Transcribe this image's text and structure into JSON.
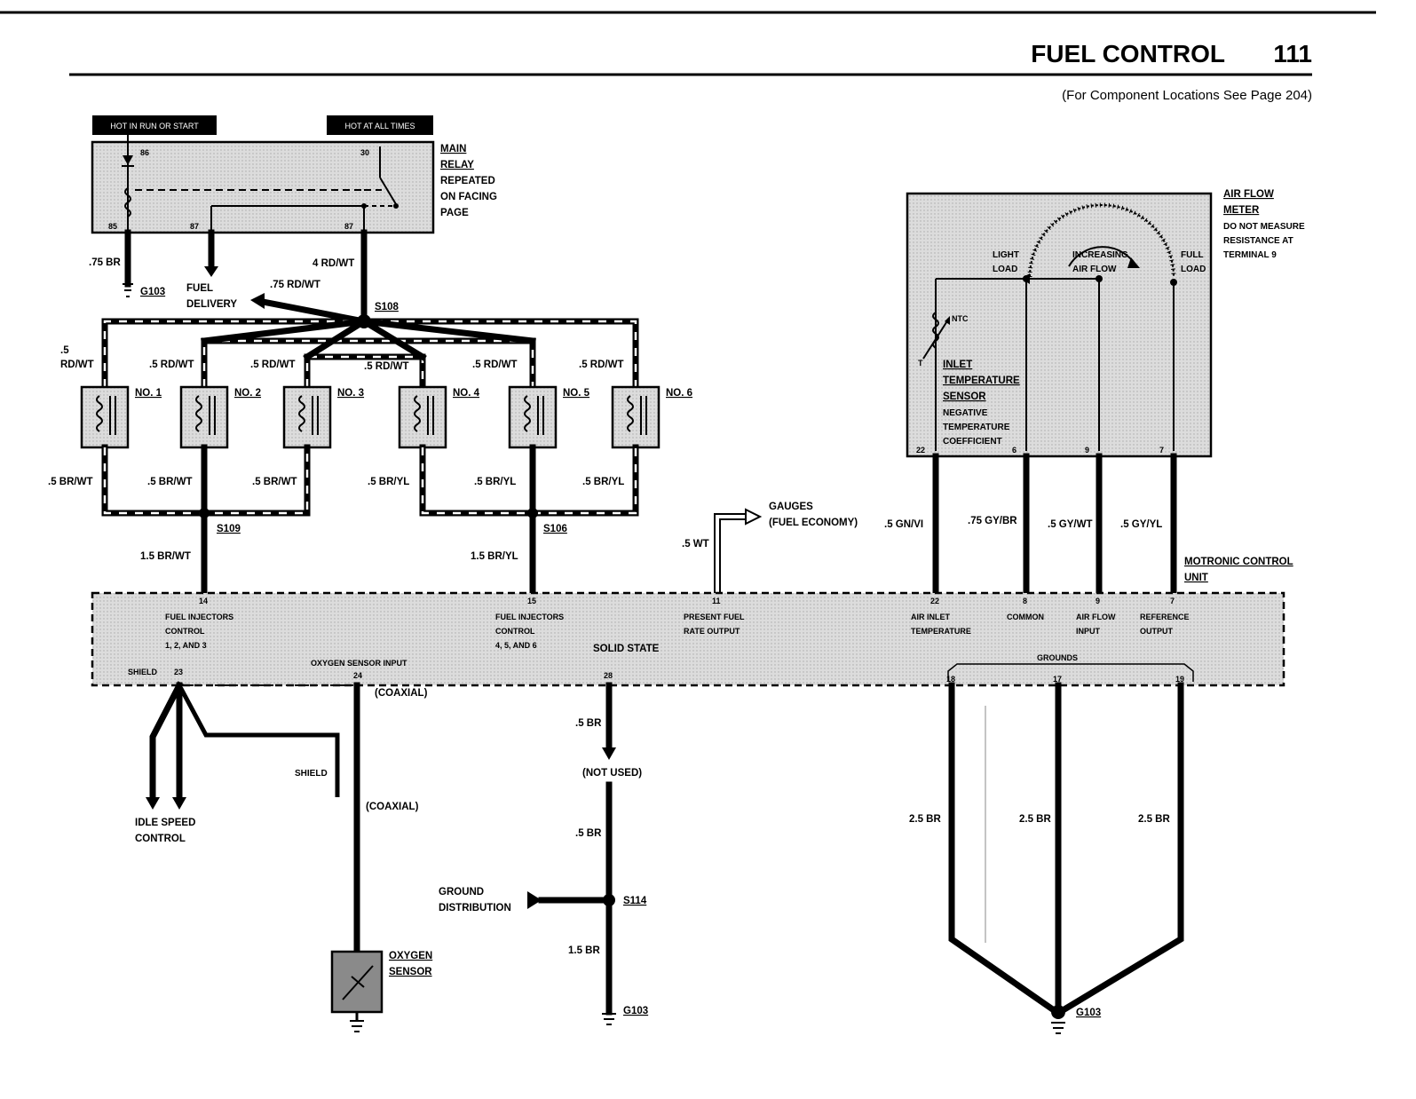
{
  "header": {
    "title": "FUEL CONTROL",
    "page": "111",
    "subtitle": "(For Component Locations See Page 204)"
  },
  "power": {
    "run_start": "HOT IN RUN OR START",
    "always": "HOT AT ALL TIMES"
  },
  "main_relay": {
    "title": [
      "MAIN",
      "RELAY"
    ],
    "note": [
      "REPEATED",
      "ON FACING",
      "PAGE"
    ],
    "pins": [
      "86",
      "30",
      "85",
      "87",
      "87"
    ]
  },
  "relay_wires": {
    "ground_wire": ".75 BR",
    "ground": "G103",
    "fuel_delivery": [
      "FUEL",
      "DELIVERY"
    ],
    "fuel_wire": ".75 RD/WT",
    "feed_wire": "4 RD/WT",
    "splice": "S108"
  },
  "injectors": {
    "names": [
      "NO. 1",
      "NO. 2",
      "NO. 3",
      "NO. 4",
      "NO. 5",
      "NO. 6"
    ],
    "feed_wires": [
      ".5 RD/WT",
      ".5 RD/WT",
      ".5 RD/WT",
      ".5 RD/WT",
      ".5 RD/WT",
      ".5 RD/WT"
    ],
    "feed_wire_1": [
      ".5",
      "RD/WT"
    ],
    "return_wires": [
      ".5 BR/WT",
      ".5 BR/WT",
      ".5 BR/WT",
      ".5 BR/YL",
      ".5 BR/YL",
      ".5 BR/YL"
    ]
  },
  "splices": {
    "s109": "S109",
    "s106": "S106",
    "s109_wire": "1.5 BR/WT",
    "s106_wire": "1.5 BR/YL"
  },
  "gauges": {
    "label": [
      "GAUGES",
      "(FUEL ECONOMY)"
    ],
    "wire": ".5 WT"
  },
  "air_flow_meter": {
    "title": [
      "AIR FLOW",
      "METER"
    ],
    "note": [
      "DO NOT MEASURE",
      "RESISTANCE AT",
      "TERMINAL 9"
    ],
    "light_load": [
      "LIGHT",
      "LOAD"
    ],
    "full_load": [
      "FULL",
      "LOAD"
    ],
    "increasing": [
      "INCREASING",
      "AIR FLOW"
    ],
    "ntc": "NTC",
    "t": "T",
    "sensor_title": [
      "INLET",
      "TEMPERATURE",
      "SENSOR"
    ],
    "sensor_note": [
      "NEGATIVE",
      "TEMPERATURE",
      "COEFFICIENT"
    ],
    "pins": [
      "22",
      "6",
      "9",
      "7"
    ]
  },
  "afm_wires": [
    ".5 GN/VI",
    ".75 GY/BR",
    ".5 GY/WT",
    ".5 GY/YL"
  ],
  "control_unit": {
    "title": [
      "MOTRONIC CONTROL",
      "UNIT"
    ],
    "state": "SOLID STATE",
    "pin14": "14",
    "pin14_label": [
      "FUEL INJECTORS",
      "CONTROL",
      "1, 2, AND 3"
    ],
    "pin15": "15",
    "pin15_label": [
      "FUEL INJECTORS",
      "CONTROL",
      "4, 5, AND 6"
    ],
    "pin11": "11",
    "pin11_label": [
      "PRESENT FUEL",
      "RATE OUTPUT"
    ],
    "pin22": "22",
    "pin22_label": [
      "AIR INLET",
      "TEMPERATURE"
    ],
    "pin8": "8",
    "pin8_label": "COMMON",
    "pin9": "9",
    "pin9_label": [
      "AIR FLOW",
      "INPUT"
    ],
    "pin7": "7",
    "pin7_label": [
      "REFERENCE",
      "OUTPUT"
    ],
    "shield": "SHIELD",
    "pin23": "23",
    "oxygen_input": "OXYGEN SENSOR INPUT",
    "pin24": "24",
    "pin28": "28",
    "grounds": "GROUNDS",
    "ground_pins": [
      "18",
      "17",
      "19"
    ]
  },
  "lower": {
    "coaxial": "(COAXIAL)",
    "shield": "SHIELD",
    "coaxial2": "(COAXIAL)",
    "idle": [
      "IDLE SPEED",
      "CONTROL"
    ],
    "oxygen_sensor": [
      "OXYGEN",
      "SENSOR"
    ],
    "br_wire_1": ".5 BR",
    "not_used": "(NOT USED)",
    "br_wire_2": ".5 BR",
    "ground_distribution": [
      "GROUND",
      "DISTRIBUTION"
    ],
    "s114": "S114",
    "br_wire_3": "1.5 BR",
    "g103_center": "G103",
    "ground_wires": [
      "2.5 BR",
      "2.5 BR",
      "2.5 BR"
    ],
    "g103_right": "G103"
  }
}
